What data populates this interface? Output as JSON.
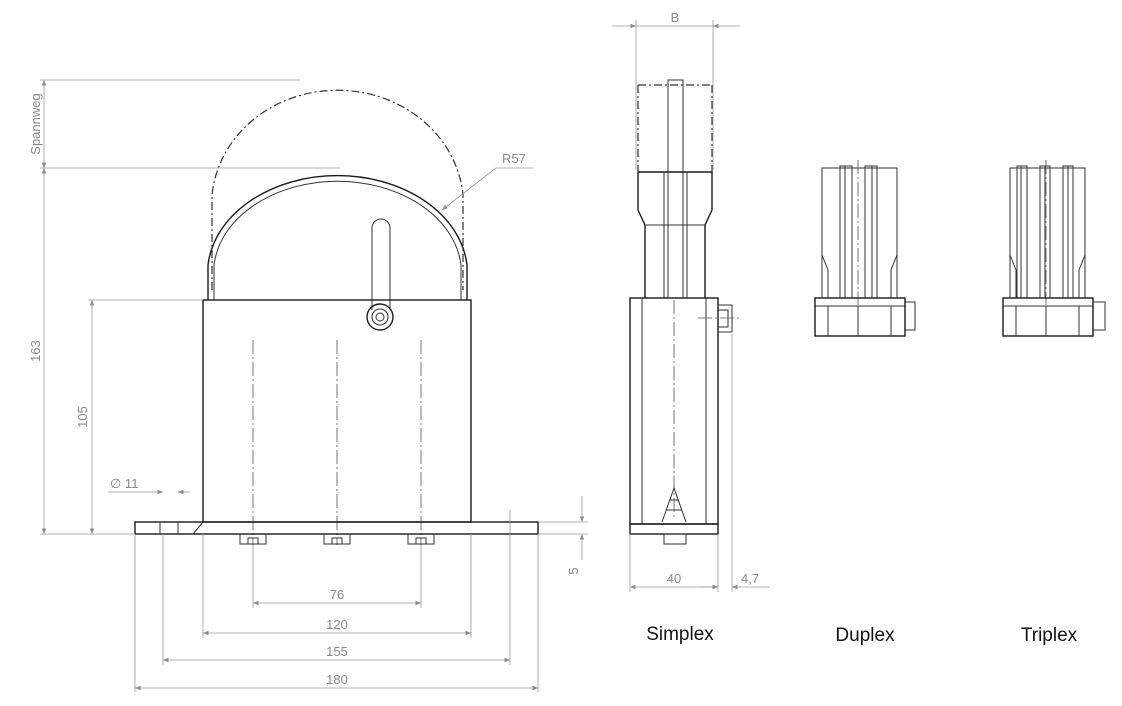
{
  "dimensions": {
    "b": "B",
    "spannweg": "Spannweg",
    "r57": "R57",
    "h163": "163",
    "h105": "105",
    "d11": "∅ 11",
    "h5": "5",
    "w76": "76",
    "w120": "120",
    "w155": "155",
    "w180": "180",
    "w40": "40",
    "w4_7": "4,7"
  },
  "captions": {
    "simplex": "Simplex",
    "duplex": "Duplex",
    "triplex": "Triplex"
  },
  "colors": {
    "line": "#1a1a1a",
    "dimension": "#8a8a8a"
  }
}
